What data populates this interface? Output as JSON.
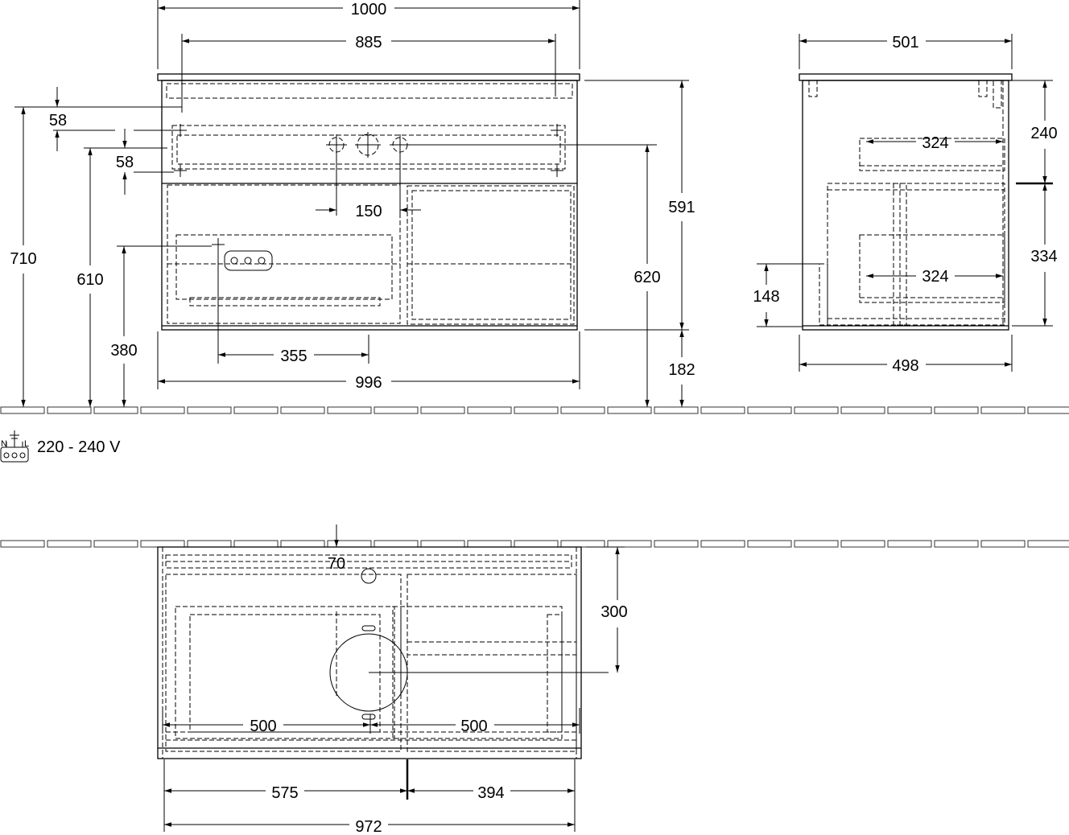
{
  "front_view": {
    "dims": {
      "overall_width": "1000",
      "top_width": "885",
      "bottom_width": "996",
      "offset_top": "58",
      "offset_second": "58",
      "tap_spacing": "150",
      "socket_offset": "355",
      "height_total": "710",
      "height_tap": "610",
      "height_socket": "380",
      "height_unit": "591",
      "height_connection": "620",
      "height_floor": "182"
    }
  },
  "side_view": {
    "dims": {
      "top_depth": "501",
      "drawer_top": "324",
      "drawer_bottom": "324",
      "bottom_depth": "498",
      "upper_height": "240",
      "lower_height": "334",
      "socket_height": "148"
    }
  },
  "power": {
    "voltage": "220 - 240 V",
    "symbol_labels": {
      "neutral": "N",
      "live": "L"
    }
  },
  "plan_view": {
    "dims": {
      "wall_gap": "70",
      "depth": "300",
      "left_drawer": "500",
      "right_drawer": "500",
      "left_section": "575",
      "right_section": "394",
      "inner_width": "972"
    }
  }
}
